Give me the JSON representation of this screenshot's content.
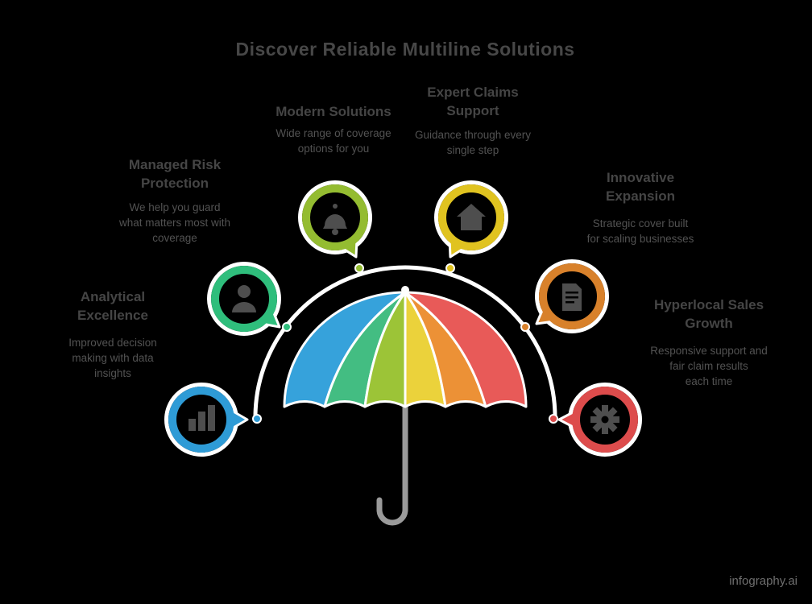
{
  "title": "Discover Reliable Multiline Solutions",
  "watermark": "infography.ai",
  "colors": {
    "icon": "#4e4e4e",
    "handle": "#9a9a9a",
    "arc": "#ffffff",
    "background": "#000000"
  },
  "umbrella": {
    "panels": [
      "#36A2DB",
      "#43BD82",
      "#9CC437",
      "#EBD23B",
      "#EC9136",
      "#E85A58"
    ]
  },
  "items": [
    {
      "id": "blue",
      "color": "#2E9BD6",
      "icon": "chart-icon",
      "title": "Analytical\nExcellence",
      "subtitle": "Improved decision\nmaking with data\ninsights"
    },
    {
      "id": "green",
      "color": "#2FBE7C",
      "icon": "person-icon",
      "title": "Managed Risk\nProtection",
      "subtitle": "We help you guard\nwhat matters most with\ncoverage"
    },
    {
      "id": "lime",
      "color": "#94BC31",
      "icon": "bell-icon",
      "title": "Modern Solutions",
      "subtitle": "Wide range of coverage\noptions for you"
    },
    {
      "id": "yellow",
      "color": "#E0C320",
      "icon": "home-icon",
      "title": "Expert Claims\nSupport",
      "subtitle": "Guidance through every\nsingle step"
    },
    {
      "id": "orange",
      "color": "#D8812B",
      "icon": "document-icon",
      "title": "Innovative\nExpansion",
      "subtitle": "Strategic cover built\nfor scaling businesses"
    },
    {
      "id": "red",
      "color": "#DD4C4C",
      "icon": "gear-icon",
      "title": "Hyperlocal Sales\nGrowth",
      "subtitle": "Responsive support and\nfair claim results\neach time"
    }
  ]
}
